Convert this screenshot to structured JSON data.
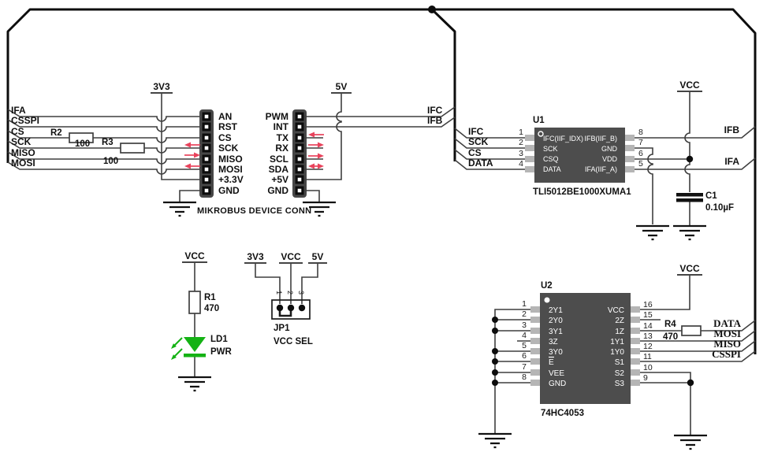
{
  "power": {
    "v33": "3V3",
    "v5": "5V",
    "vcc": "VCC"
  },
  "left_signals": [
    "IFA",
    "CSSPI",
    "CS",
    "SCK",
    "MISO",
    "MOSI"
  ],
  "mid_net_labels": {
    "ifc": "IFC",
    "ifb": "IFB"
  },
  "right_net_labels": {
    "ifb": "IFB",
    "ifa": "IFA",
    "data": "DATA",
    "mosi": "MOSI",
    "miso": "MISO",
    "csspi": "CSSPI"
  },
  "mikrobus": {
    "caption": "MIKROBUS DEVICE CONN",
    "left_pins": [
      "AN",
      "RST",
      "CS",
      "SCK",
      "MISO",
      "MOSI",
      "+3.3V",
      "GND"
    ],
    "right_pins": [
      "PWM",
      "INT",
      "TX",
      "RX",
      "SCL",
      "SDA",
      "+5V",
      "GND"
    ]
  },
  "resistors": {
    "r1": {
      "ref": "R1",
      "value": "470"
    },
    "r2": {
      "ref": "R2",
      "value": "100"
    },
    "r3": {
      "ref": "R3",
      "value": "100"
    },
    "r4": {
      "ref": "R4",
      "value": "470"
    }
  },
  "capacitors": {
    "c1": {
      "ref": "C1",
      "value": "0.10µF"
    }
  },
  "led": {
    "ref": "LD1",
    "label": "PWR"
  },
  "jp1": {
    "ref": "JP1",
    "label": "VCC SEL",
    "pins": [
      "1",
      "2",
      "3"
    ]
  },
  "u1": {
    "ref": "U1",
    "part": "TLI5012BE1000XUMA1",
    "net_labels_left": [
      "IFC",
      "SCK",
      "CS",
      "DATA"
    ],
    "pin_nums_left": [
      "1",
      "2",
      "3",
      "4"
    ],
    "pin_nums_right": [
      "8",
      "7",
      "6",
      "5"
    ],
    "inner_left": [
      "IFC(IIF_IDX)",
      "SCK",
      "CSQ",
      "DATA"
    ],
    "inner_right": [
      "IFB(IIF_B)",
      "GND",
      "VDD",
      "IFA(IIF_A)"
    ]
  },
  "u2": {
    "ref": "U2",
    "part": "74HC4053",
    "pin_nums_left": [
      "1",
      "2",
      "3",
      "4",
      "5",
      "6",
      "7",
      "8"
    ],
    "pin_nums_right": [
      "16",
      "15",
      "14",
      "13",
      "12",
      "11",
      "10",
      "9"
    ],
    "inner_left": [
      "2Y1",
      "2Y0",
      "3Y1",
      "3Z",
      "3Y0",
      "E",
      "VEE",
      "GND"
    ],
    "inner_right": [
      "VCC",
      "2Z",
      "1Z",
      "1Y1",
      "1Y0",
      "S1",
      "S2",
      "S3"
    ]
  },
  "colors": {
    "wire": "#3f3f3f",
    "bus": "#0d0d0d",
    "chip_body": "#4d4d4d",
    "chip_pad": "#b5b5b5",
    "arrow_red": "#e8435c",
    "led_green": "#14b214"
  }
}
